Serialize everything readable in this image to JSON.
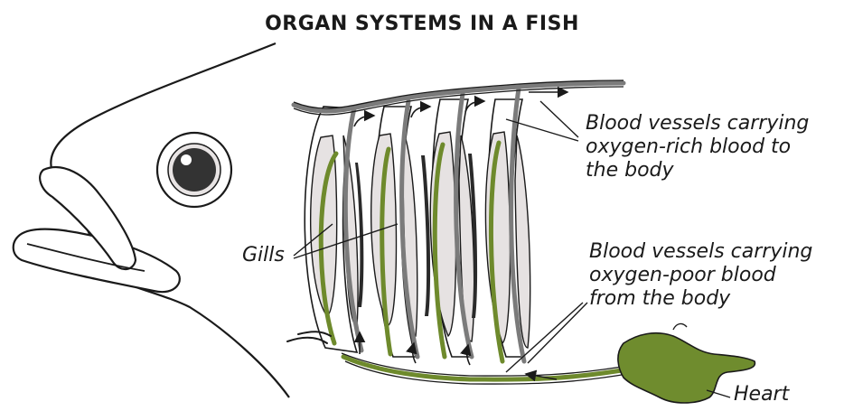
{
  "title": "ORGAN SYSTEMS IN A FISH",
  "labels": {
    "oxygen_rich": [
      "Blood vessels carrying",
      "oxygen-rich blood to",
      "the body"
    ],
    "gills": "Gills",
    "oxygen_poor": [
      "Blood vessels carrying",
      "oxygen-poor blood",
      "from the body"
    ],
    "heart": "Heart"
  },
  "colors": {
    "outline": "#1a1a1a",
    "oxygen_rich_vessel": "#7b7b7b",
    "oxygen_poor_vessel": "#6e8a2c",
    "heart": "#6f8c2e",
    "gill": "#e6e2e2",
    "eye_iris": "#333333"
  }
}
